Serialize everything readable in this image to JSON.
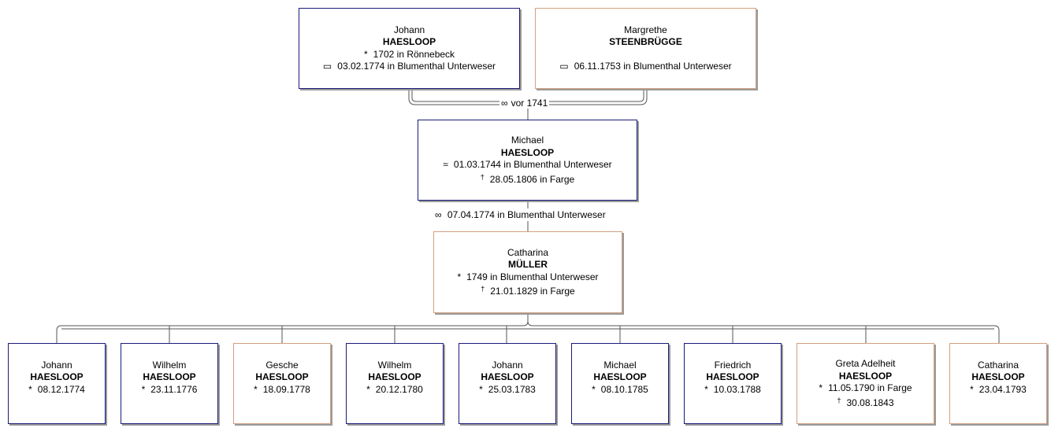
{
  "parents": {
    "father": {
      "given": "Johann",
      "surname": "HAESLOOP",
      "events": [
        {
          "symbol": "*",
          "text": "1702 in Rönnebeck"
        },
        {
          "symbol": "▭",
          "text": "03.02.1774 in Blumenthal Unterweser"
        }
      ]
    },
    "mother": {
      "given": "Margrethe",
      "surname": "STEENBRÜGGE",
      "events": [
        {
          "symbol": "▭",
          "text": "06.11.1753 in Blumenthal Unterweser"
        }
      ]
    },
    "marriage": {
      "symbol": "∞",
      "text": "vor 1741"
    }
  },
  "subject": {
    "given": "Michael",
    "surname": "HAESLOOP",
    "events": [
      {
        "symbol": "≈",
        "text": "01.03.1744 in Blumenthal Unterweser"
      },
      {
        "symbol": "†",
        "text": "28.05.1806 in Farge"
      }
    ]
  },
  "marriage": {
    "symbol": "∞",
    "text": "07.04.1774 in Blumenthal Unterweser"
  },
  "spouse": {
    "given": "Catharina",
    "surname": "MÜLLER",
    "events": [
      {
        "symbol": "*",
        "text": "1749 in Blumenthal Unterweser"
      },
      {
        "symbol": "†",
        "text": "21.01.1829 in Farge"
      }
    ]
  },
  "children": [
    {
      "given": "Johann",
      "surname": "HAESLOOP",
      "events": [
        {
          "symbol": "*",
          "text": "08.12.1774"
        }
      ]
    },
    {
      "given": "Wilhelm",
      "surname": "HAESLOOP",
      "events": [
        {
          "symbol": "*",
          "text": "23.11.1776"
        }
      ]
    },
    {
      "given": "Gesche",
      "surname": "HAESLOOP",
      "events": [
        {
          "symbol": "*",
          "text": "18.09.1778"
        }
      ]
    },
    {
      "given": "Wilhelm",
      "surname": "HAESLOOP",
      "events": [
        {
          "symbol": "*",
          "text": "20.12.1780"
        }
      ]
    },
    {
      "given": "Johann",
      "surname": "HAESLOOP",
      "events": [
        {
          "symbol": "*",
          "text": "25.03.1783"
        }
      ]
    },
    {
      "given": "Michael",
      "surname": "HAESLOOP",
      "events": [
        {
          "symbol": "*",
          "text": "08.10.1785"
        }
      ]
    },
    {
      "given": "Friedrich",
      "surname": "HAESLOOP",
      "events": [
        {
          "symbol": "*",
          "text": "10.03.1788"
        }
      ]
    },
    {
      "given": "Greta Adelheit",
      "surname": "HAESLOOP",
      "events": [
        {
          "symbol": "*",
          "text": "11.05.1790 in Farge"
        },
        {
          "symbol": "†",
          "text": "30.08.1843"
        }
      ]
    },
    {
      "given": "Catharina",
      "surname": "HAESLOOP",
      "events": [
        {
          "symbol": "*",
          "text": "23.04.1793"
        }
      ]
    }
  ]
}
